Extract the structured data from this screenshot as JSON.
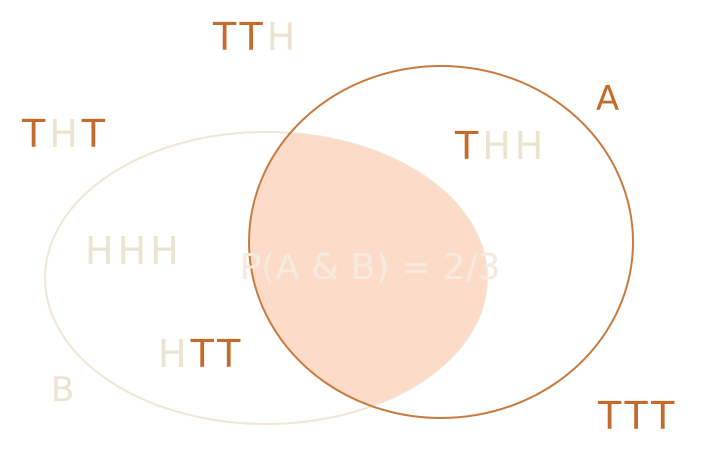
{
  "colors": {
    "tails": "#C46A2B",
    "heads": "#EBE4D1",
    "circle_a_stroke": "#C87A3E",
    "circle_b_stroke": "#EFE7D6",
    "intersection_fill": "#FCDCC8",
    "label_b": "#EBE4D1",
    "intersection_label": "#F6E9DE"
  },
  "sets": {
    "a_label": "A",
    "b_label": "B"
  },
  "intersection_label": "P(A & B) = 2/3",
  "outcomes": [
    {
      "text": "TTH",
      "letters": [
        "T",
        "T",
        "H"
      ]
    },
    {
      "text": "THT",
      "letters": [
        "T",
        "H",
        "T"
      ]
    },
    {
      "text": "THH",
      "letters": [
        "T",
        "H",
        "H"
      ]
    },
    {
      "text": "HHH",
      "letters": [
        "H",
        "H",
        "H"
      ]
    },
    {
      "text": "HTT",
      "letters": [
        "H",
        "T",
        "T"
      ]
    },
    {
      "text": "TTT",
      "letters": [
        "T",
        "T",
        "T"
      ]
    }
  ]
}
